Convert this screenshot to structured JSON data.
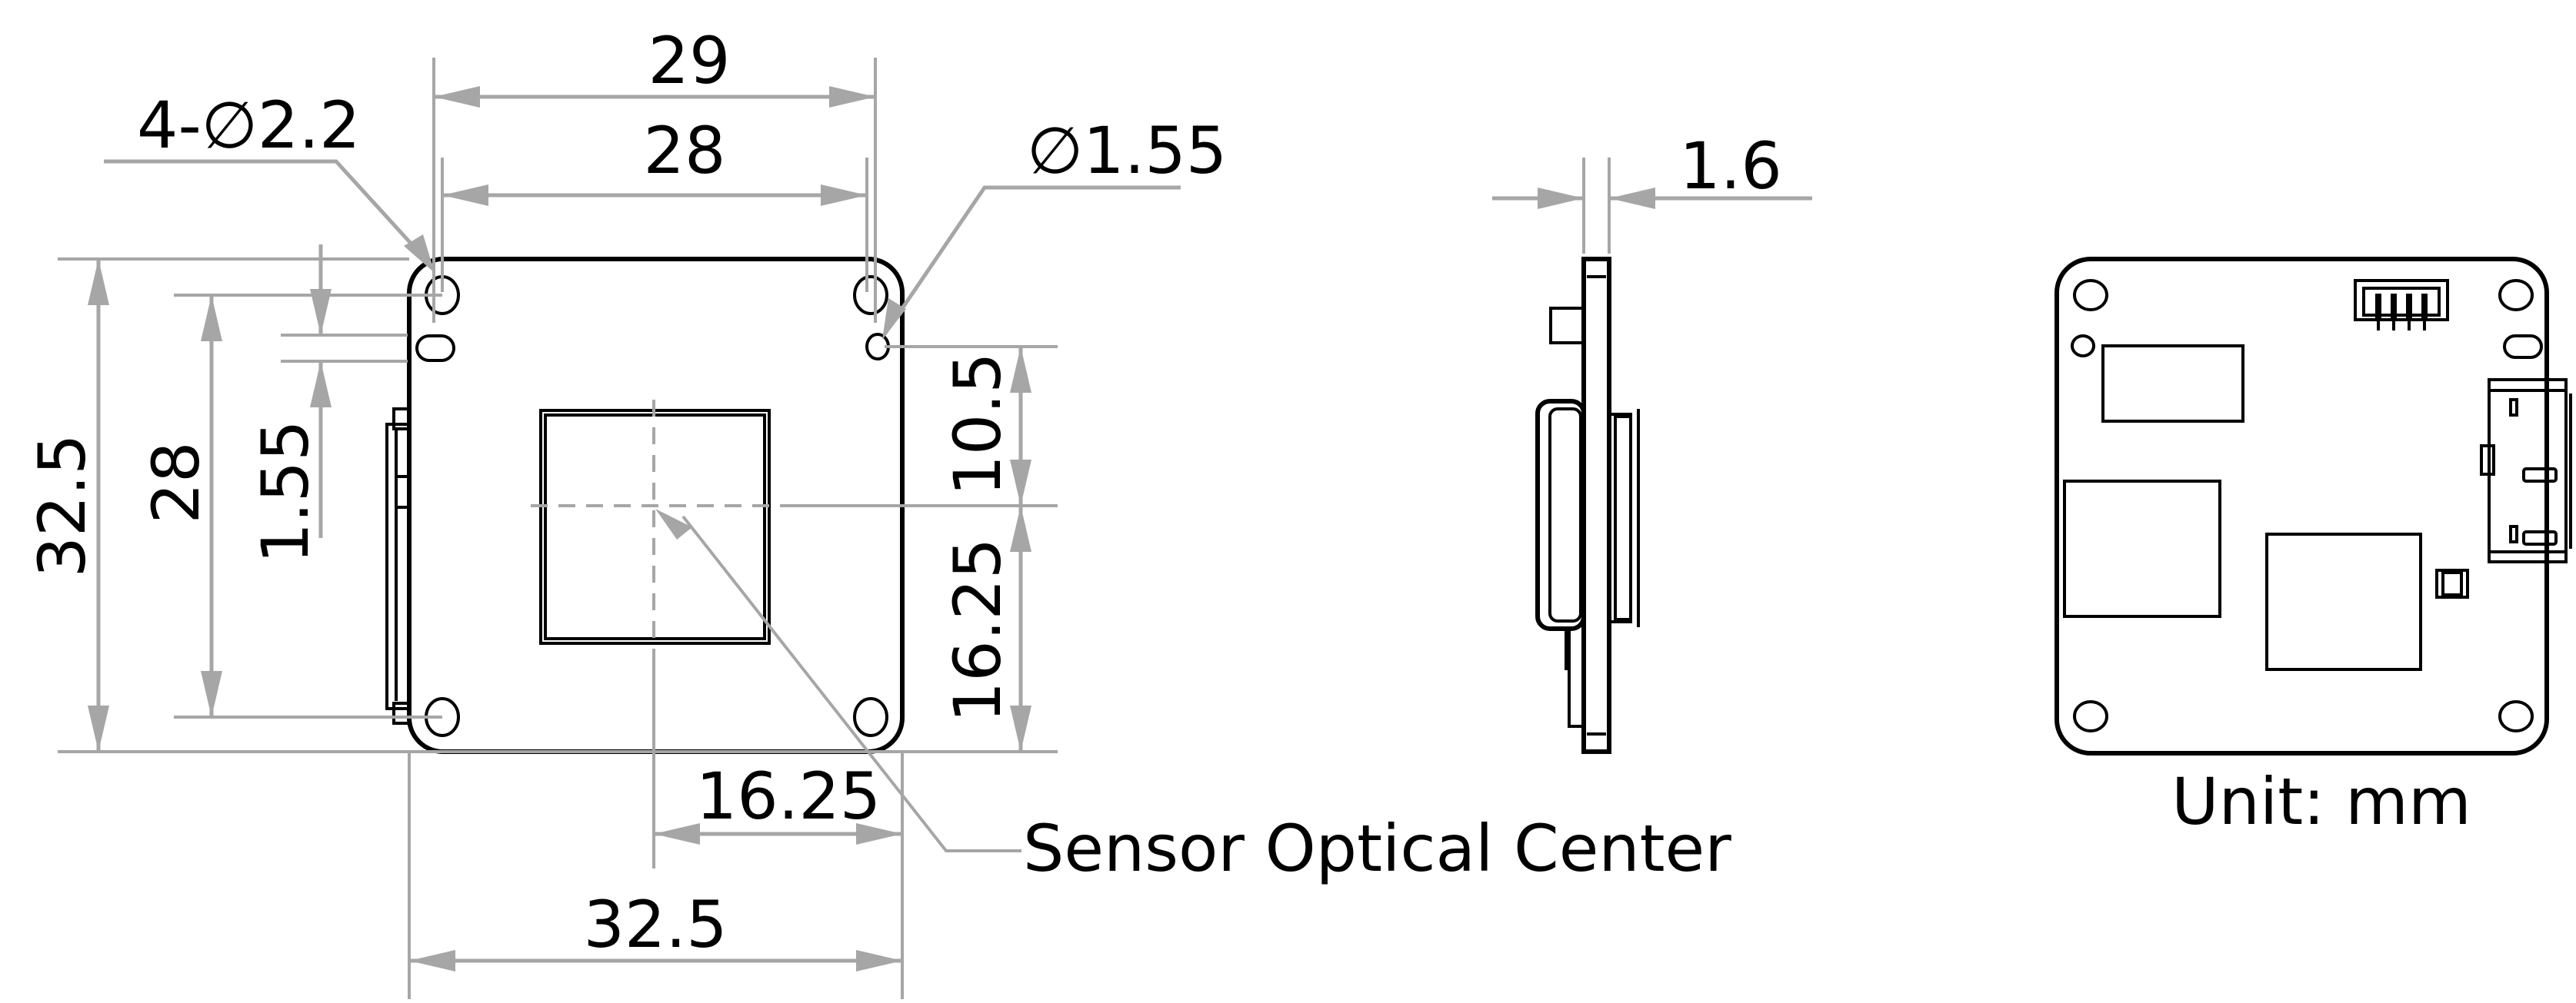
{
  "title": "Camera module mechanical drawing",
  "colors": {
    "outline": "#000000",
    "dimension": "#a6a6a6",
    "background": "#ffffff"
  },
  "front_view": {
    "dimensions": {
      "hole_spacing_outer": "29",
      "hole_spacing_inner": "28",
      "mount_hole_callout": "4-∅2.2",
      "small_hole_callout": "∅1.55",
      "height_total": "32.5",
      "height_holes": "28",
      "slot_offset": "1.55",
      "center_from_hole": "10.5",
      "center_from_bottom": "16.25",
      "center_from_right": "16.25",
      "width_total": "32.5"
    },
    "annotation": "Sensor Optical Center"
  },
  "side_view": {
    "dimensions": {
      "thickness": "1.6"
    }
  },
  "back_view": {
    "unit_label": "Unit: mm"
  }
}
